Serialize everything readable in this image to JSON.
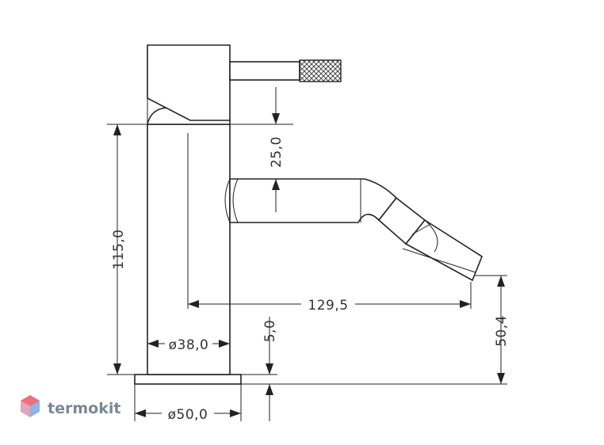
{
  "brand": {
    "name": "termokit",
    "colors": {
      "top": "#ef6f7a",
      "bottom": "#8fb4e6"
    }
  },
  "dimensions": {
    "body_height": "115,0",
    "handle_offset": "25,0",
    "spout_reach": "129,5",
    "spout_height": "50,4",
    "base_thickness": "5,0",
    "body_diameter": "ø38,0",
    "base_diameter": "ø50,0"
  },
  "colors": {
    "line": "#222222",
    "text": "#333333"
  }
}
